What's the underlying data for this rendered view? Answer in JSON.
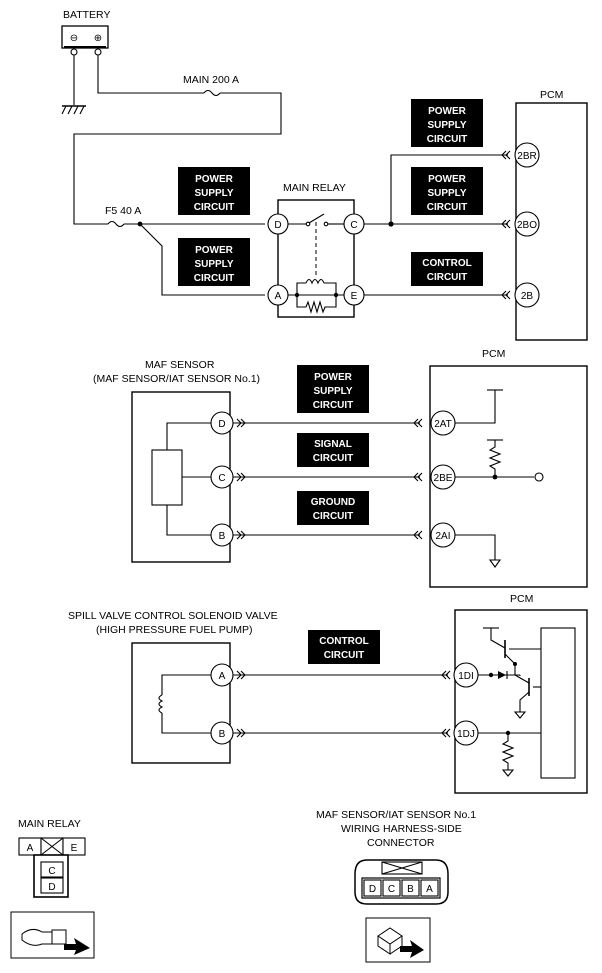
{
  "top": {
    "battery_label": "BATTERY",
    "battery_minus": "⊖",
    "battery_plus": "⊕",
    "fuse_main": "MAIN 200 A",
    "fuse_f5": "F5 40 A",
    "main_relay_label": "MAIN RELAY",
    "pcm_label": "PCM",
    "relay_pins": [
      "D",
      "C",
      "A",
      "E"
    ],
    "pcm_pins": [
      "2BR",
      "2BO",
      "2B"
    ],
    "circuit_power_1": [
      "POWER",
      "SUPPLY",
      "CIRCUIT"
    ],
    "circuit_power_2": [
      "POWER",
      "SUPPLY",
      "CIRCUIT"
    ],
    "circuit_power_3": [
      "POWER",
      "SUPPLY",
      "CIRCUIT"
    ],
    "circuit_control": [
      "CONTROL",
      "CIRCUIT"
    ]
  },
  "maf": {
    "sensor_label_1": "MAF SENSOR",
    "sensor_label_2": "(MAF SENSOR/IAT SENSOR No.1)",
    "pcm_label": "PCM",
    "sensor_pins": [
      "D",
      "C",
      "B"
    ],
    "pcm_pins": [
      "2AT",
      "2BE",
      "2AI"
    ],
    "circuit_power": [
      "POWER",
      "SUPPLY",
      "CIRCUIT"
    ],
    "circuit_signal": [
      "SIGNAL",
      "CIRCUIT"
    ],
    "circuit_ground": [
      "GROUND",
      "CIRCUIT"
    ]
  },
  "spill": {
    "valve_label_1": "SPILL VALVE CONTROL SOLENOID VALVE",
    "valve_label_2": "(HIGH PRESSURE FUEL PUMP)",
    "pcm_label": "PCM",
    "valve_pins": [
      "A",
      "B"
    ],
    "pcm_pins": [
      "1DI",
      "1DJ"
    ],
    "circuit_control": [
      "CONTROL",
      "CIRCUIT"
    ]
  },
  "connectors": {
    "main_relay_title": "MAIN RELAY",
    "main_relay_pins": [
      "A",
      "E",
      "C",
      "D"
    ],
    "maf_title_1": "MAF SENSOR/IAT SENSOR No.1",
    "maf_title_2": "WIRING HARNESS-SIDE",
    "maf_title_3": "CONNECTOR",
    "maf_pins": [
      "D",
      "C",
      "B",
      "A"
    ]
  }
}
